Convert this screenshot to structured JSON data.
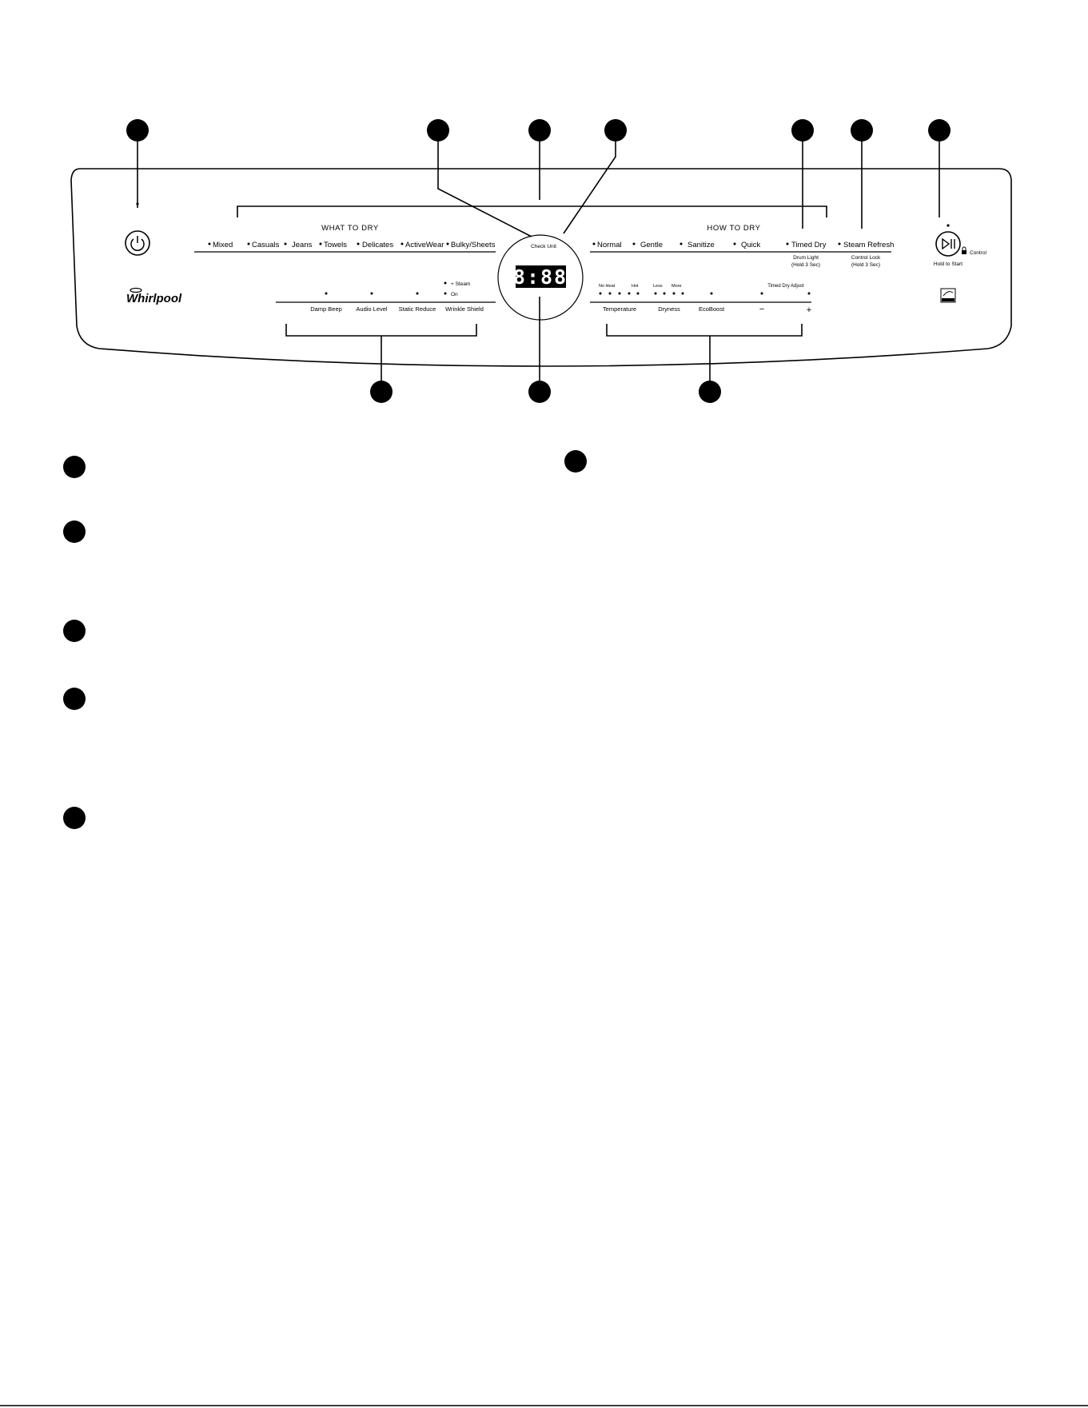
{
  "panel": {
    "what_to_dry": {
      "heading": "WHAT TO DRY",
      "cycles": [
        "Mixed",
        "Casuals",
        "Jeans",
        "Towels",
        "Delicates",
        "ActiveWear",
        "Bulky/Sheets"
      ]
    },
    "how_to_dry": {
      "heading": "HOW TO DRY",
      "cycles": [
        "Normal",
        "Gentle",
        "Sanitize",
        "Quick",
        "Timed Dry",
        "Steam Refresh"
      ],
      "timed_dry_sub": [
        "Drum Light",
        "(Hold 3 Sec)"
      ],
      "steam_refresh_sub": [
        "Control Lock",
        "(Hold 3 Sec)"
      ]
    },
    "options": [
      "Damp Beep",
      "Audio Level",
      "Static Reduce",
      "Wrinkle Shield"
    ],
    "wrinkle_shield_levels": [
      "+ Steam",
      "On"
    ],
    "modifiers": [
      "Temperature",
      "Dryness",
      "EcoBoost",
      "−",
      "+"
    ],
    "temperature_ends": [
      "No Heat",
      "Hot"
    ],
    "dryness_ends": [
      "Less",
      "More"
    ],
    "timed_dry_adjust": "Timed Dry Adjust",
    "check_unit": "Check Unit",
    "display_value": "8:88",
    "control_label": "Control",
    "hold_to_start": "Hold to Start",
    "brand": "Whirlpool",
    "icons": {
      "power": "power-icon",
      "start_pause": "play-pause-icon",
      "lock": "lock-icon",
      "energy": "energy-star-icon"
    }
  }
}
